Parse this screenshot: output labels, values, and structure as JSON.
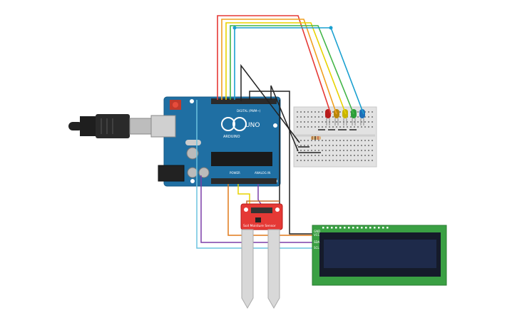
{
  "circuit": {
    "arduino": {
      "brand": "ARDUINO",
      "model": "UNO",
      "digital_label": "DIGITAL (PWM~)",
      "power_label": "POWER",
      "analog_label": "ANALOG IN"
    },
    "soil_sensor": {
      "label": "Soil Moisture Sensor"
    },
    "lcd": {
      "pin_labels": [
        "GND",
        "VCC",
        "SDA",
        "SCL"
      ]
    },
    "leds": [
      {
        "color": "#b71c1c"
      },
      {
        "color": "#b8860b"
      },
      {
        "color": "#c8b400"
      },
      {
        "color": "#2e9e3a"
      },
      {
        "color": "#1e6fb8"
      }
    ],
    "wire_colors": {
      "red": "#e53935",
      "orange": "#f0a020",
      "yellow": "#e8d200",
      "green": "#43b548",
      "blue": "#1aa0d0",
      "black": "#222222",
      "purple": "#7b3fa8",
      "lightblue": "#6cc3e0",
      "brown": "#c87030"
    }
  }
}
